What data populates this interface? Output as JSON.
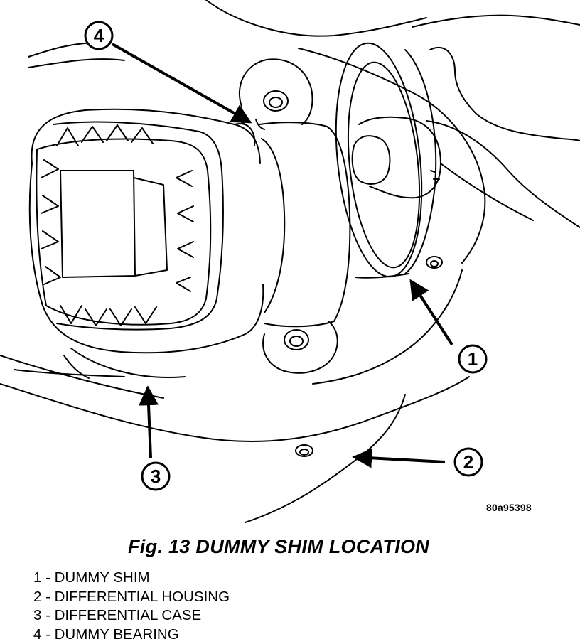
{
  "figure": {
    "code": "80a95398",
    "title": "Fig. 13 DUMMY SHIM LOCATION",
    "callouts": [
      {
        "number": "1",
        "label": "DUMMY SHIM"
      },
      {
        "number": "2",
        "label": "DIFFERENTIAL HOUSING"
      },
      {
        "number": "3",
        "label": "DIFFERENTIAL CASE"
      },
      {
        "number": "4",
        "label": "DUMMY BEARING"
      }
    ],
    "legend": [
      "1 - DUMMY SHIM",
      "2 - DIFFERENTIAL HOUSING",
      "3 - DIFFERENTIAL CASE",
      "4 - DUMMY BEARING"
    ]
  },
  "colors": {
    "ink": "#000000",
    "paper": "#ffffff"
  }
}
